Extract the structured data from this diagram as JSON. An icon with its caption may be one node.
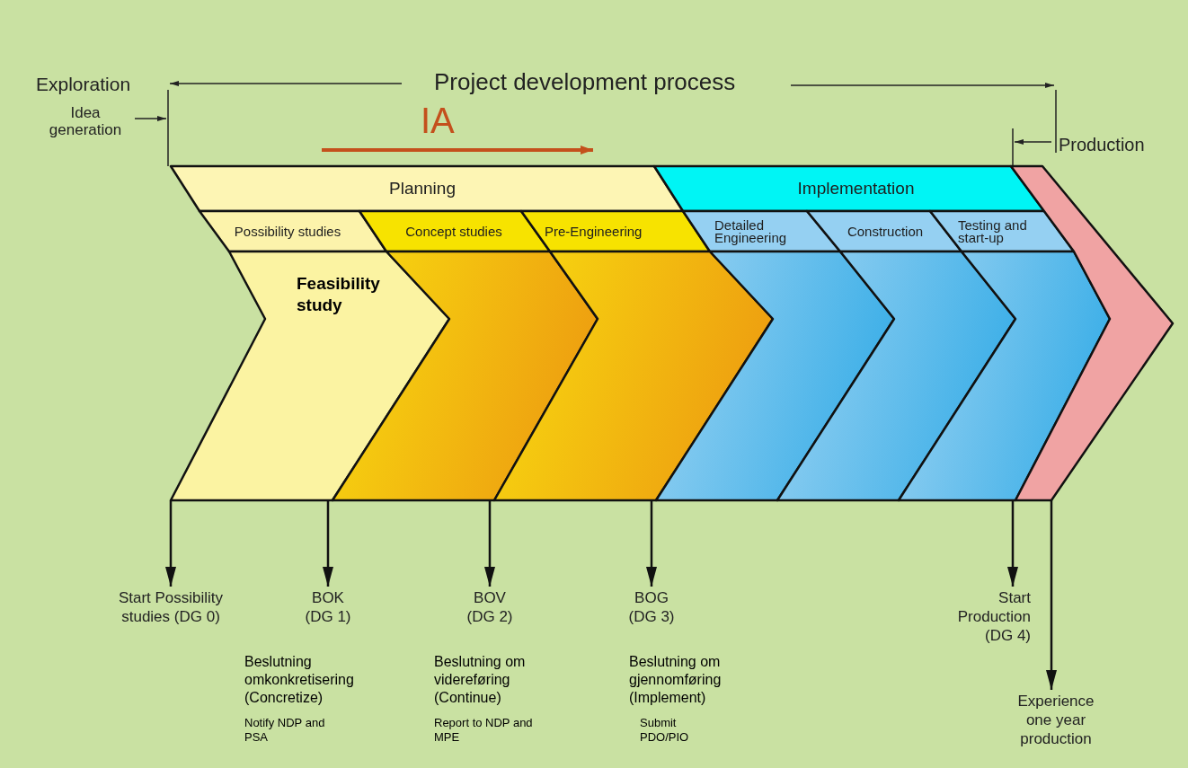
{
  "diagram": {
    "nodes": [
      {
        "text": [
          "Planning"
        ]
      },
      {
        "text": [
          "Implementation"
        ]
      },
      {
        "text": [
          "Possibility studies"
        ]
      },
      {
        "text": [
          "Concept studies"
        ]
      },
      {
        "text": [
          "Pre-Engineering"
        ]
      },
      {
        "text": [
          "Detailed Engineering"
        ]
      },
      {
        "text": [
          "Construction"
        ]
      },
      {
        "text": [
          "Testing and start-up"
        ]
      },
      {
        "text": [
          "Feasibility study"
        ]
      },
      {
        "text": [],
        "shape": "chevron"
      },
      {
        "text": [],
        "shape": "chevron"
      },
      {
        "text": [],
        "shape": "chevron"
      },
      {
        "text": [],
        "shape": "chevron"
      },
      {
        "text": [],
        "shape": "chevron"
      },
      {
        "text": [],
        "shape": "chevron"
      },
      {
        "text": [
          "Start Possibility studies (DG 0)"
        ]
      },
      {
        "text": [
          "BOK (DG 1)"
        ],
        "beside": [
          "Beslutning omkonkretisering (Concretize)",
          "Notify NDP and PSA"
        ]
      },
      {
        "text": [
          "BOV (DG 2)"
        ],
        "beside": [
          "Beslutning om videreføring (Continue)",
          "Report to NDP and MPE"
        ]
      },
      {
        "text": [
          "BOG (DG 3)"
        ],
        "beside": [
          "Beslutning om gjennomføring (Implement)",
          "Submit PDO/PIO"
        ]
      },
      {
        "text": [
          "Start Production (DG 4)"
        ]
      },
      {
        "text": [
          "Experience one year production"
        ]
      }
    ],
    "edges": [
      {
        "from": 8,
        "to": 15,
        "arrow": "to"
      },
      {
        "from": 8,
        "to": 16,
        "arrow": "to"
      },
      {
        "from": 9,
        "to": 17,
        "arrow": "to"
      },
      {
        "from": 10,
        "to": 18,
        "arrow": "to"
      },
      {
        "from": 13,
        "to": 19,
        "arrow": "to"
      },
      {
        "from": 14,
        "to": 20,
        "arrow": "to"
      }
    ],
    "labels": [
      "Exploration",
      "Project development process",
      "Idea generation",
      "IA",
      "Production"
    ]
  }
}
